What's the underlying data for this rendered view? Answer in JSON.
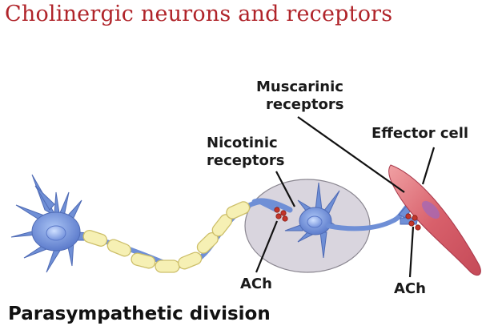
{
  "title": "Cholinergic neurons and receptors",
  "labels": {
    "muscarinic": [
      "Muscarinic",
      "receptors"
    ],
    "nicotinic": [
      "Nicotinic",
      "receptors"
    ],
    "effector": "Effector cell",
    "ach_ganglion": "ACh",
    "ach_effector": "ACh"
  },
  "footer": "Parasympathetic division",
  "colors": {
    "title": "#b0242a",
    "neuron": "#6f8fd6",
    "myelin": "#f6f0b4",
    "ganglion": "#d6d2db",
    "effector": "#d9646e",
    "vesicle": "#c2352a"
  }
}
